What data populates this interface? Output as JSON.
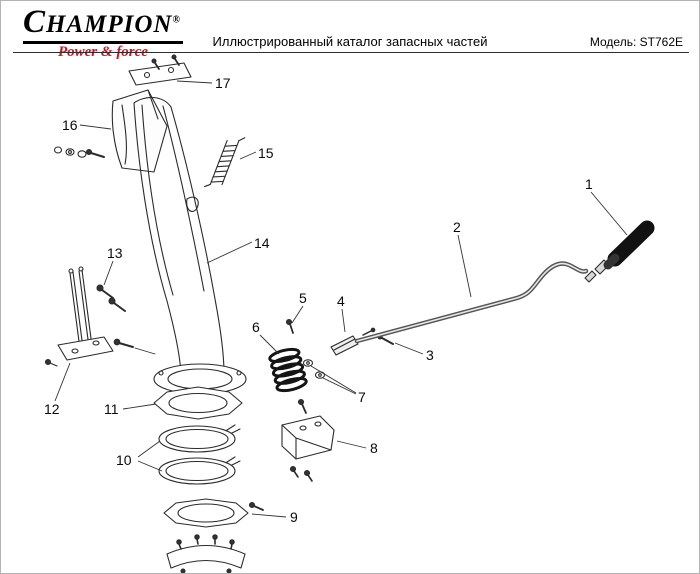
{
  "header": {
    "brand_initial": "C",
    "brand_rest": "HAMPION",
    "brand_reg": "®",
    "brand_sub": "Power & force",
    "title": "Иллюстрированный каталог запасных частей",
    "model_label": "Модель: ST762E"
  },
  "diagram": {
    "part_numbers": [
      "1",
      "2",
      "3",
      "4",
      "5",
      "6",
      "7",
      "8",
      "9",
      "10",
      "11",
      "12",
      "13",
      "14",
      "15",
      "16",
      "17"
    ]
  }
}
